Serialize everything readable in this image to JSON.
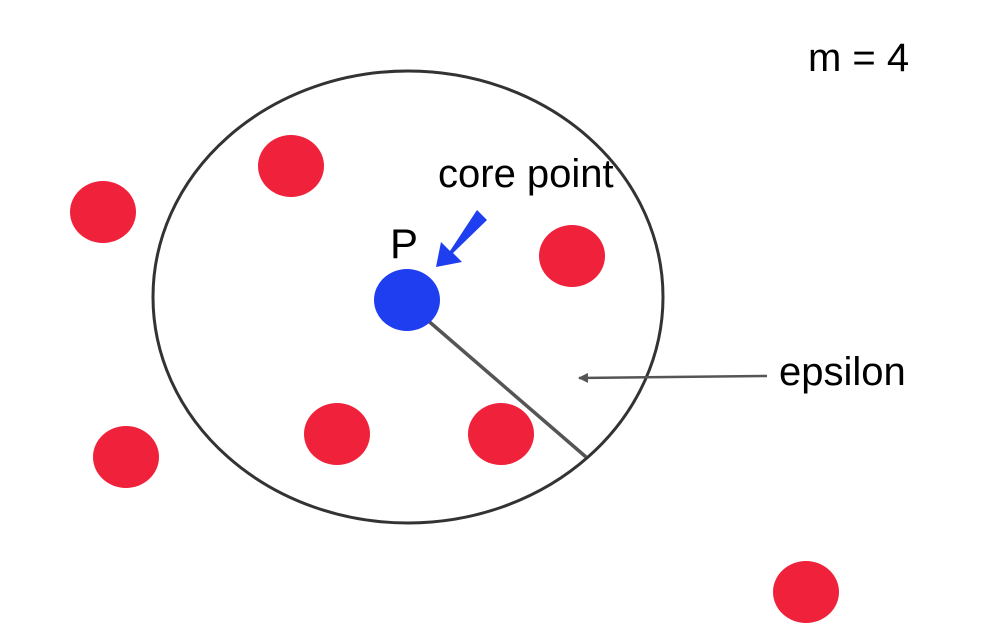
{
  "param_label": "m = 4",
  "point_label": "P",
  "core_label": "core point",
  "epsilon_label": "epsilon",
  "colors": {
    "neighbor_point": "#f0213a",
    "core_point": "#1e3ef0",
    "core_arrow": "#1e3ef0",
    "circle": "#333333",
    "radius_line": "#555555",
    "epsilon_arrow": "#555555"
  },
  "points": [
    {
      "type": "neighbor"
    },
    {
      "type": "neighbor"
    },
    {
      "type": "neighbor"
    },
    {
      "type": "neighbor"
    },
    {
      "type": "neighbor"
    },
    {
      "type": "neighbor"
    },
    {
      "type": "neighbor"
    },
    {
      "type": "core"
    }
  ]
}
